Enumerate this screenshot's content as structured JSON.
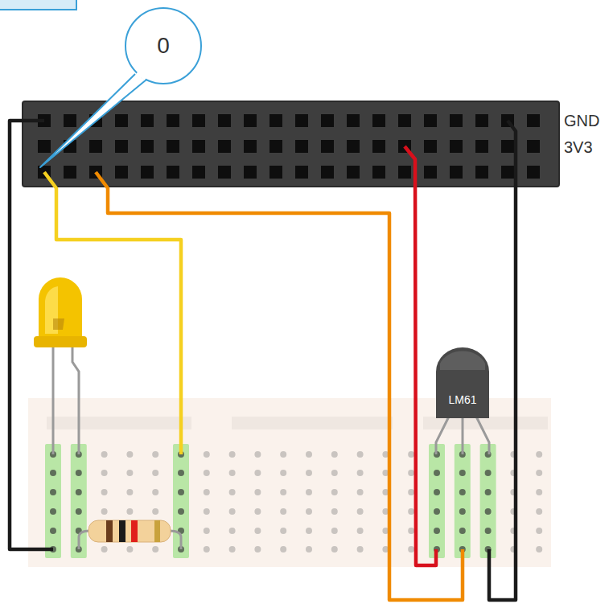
{
  "diagram": {
    "labels": [
      "0",
      "GND",
      "3V3",
      "LM61"
    ]
  }
}
